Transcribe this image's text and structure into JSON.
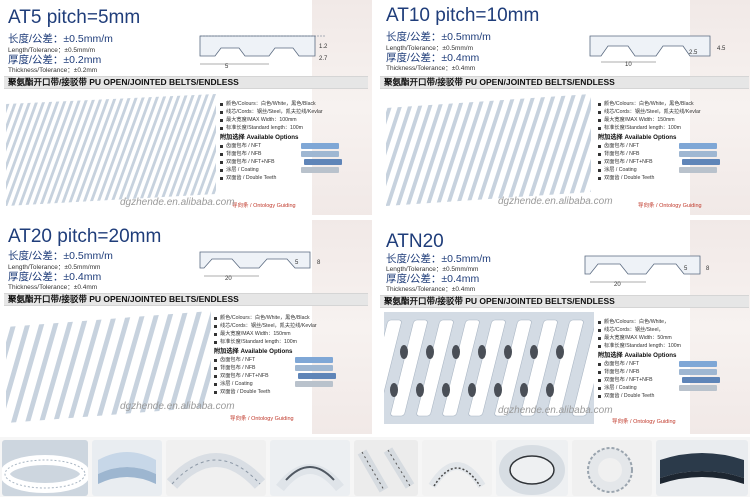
{
  "panels": [
    {
      "title": "AT5 pitch=5mm",
      "length_cn": "长度/公差：±0.5mm/m",
      "length_en": "Length/Tolerance：±0.5mm/m",
      "thickness_cn": "厚度/公差：±0.2mm",
      "thickness_en": "Thickness/Tolerance：±0.2mm",
      "band": "聚氨酯开口带/接驳带 PU OPEN/JOINTED BELTS/ENDLESS",
      "dims": [
        "1.2",
        "2.7",
        "5"
      ],
      "features": [
        "颜色/Colours：白色/White，黑色/Black",
        "线芯/Cords：钢丝/Steel，凯夫拉线/Kevlar",
        "最大宽度/MAX Width：100mm",
        "标准长度/Standard length：100m"
      ],
      "options_title": "附加选择 Available Options",
      "options": [
        "齿面包布 / NFT",
        "背面包布 / NFB",
        "双面包布 / NFT+NFB",
        "涂层 / Coating",
        "双面齿 / Double Teeth"
      ],
      "guide": "导向条 / Ontology Guiding",
      "watermark": "dgzhende.en.alibaba.com"
    },
    {
      "title": "AT10 pitch=10mm",
      "length_cn": "长度/公差：±0.5mm/m",
      "length_en": "Length/Tolerance：±0.5mm/m",
      "thickness_cn": "厚度/公差：±0.4mm",
      "thickness_en": "Thickness/Tolerance：±0.4mm",
      "band": "聚氨酯开口带/接驳带 PU OPEN/JOINTED BELTS/ENDLESS",
      "dims": [
        "2.5",
        "4.5",
        "10"
      ],
      "features": [
        "颜色/Colours：白色/White，黑色/Black",
        "线芯/Cords：钢丝/Steel，凯夫拉线/Kevlar",
        "最大宽度/MAX Width：150mm",
        "标准长度/Standard length：100m"
      ],
      "options_title": "附加选择 Available Options",
      "options": [
        "齿面包布 / NFT",
        "背面包布 / NFB",
        "双面包布 / NFT+NFB",
        "涂层 / Coating",
        "双面齿 / Double Teeth"
      ],
      "guide": "导向条 / Ontology Guiding",
      "watermark": "dgzhende.en.alibaba.com"
    },
    {
      "title": "AT20 pitch=20mm",
      "length_cn": "长度/公差：±0.5mm/m",
      "length_en": "Length/Tolerance：±0.5mm/mm",
      "thickness_cn": "厚度/公差：±0.4mm",
      "thickness_en": "Thickness/Tolerance：±0.4mm",
      "band": "聚氨酯开口带/接驳带 PU OPEN/JOINTED BELTS/ENDLESS",
      "dims": [
        "5",
        "8",
        "20"
      ],
      "features": [
        "颜色/Colours：白色/White，黑色/Black",
        "线芯/Cords：钢丝/Steel，凯夫拉线/Kevlar",
        "最大宽度/MAX Width：150mm",
        "标准长度/Standard length：100m"
      ],
      "options_title": "附加选择 Available Options",
      "options": [
        "齿面包布 / NFT",
        "背面包布 / NFB",
        "双面包布 / NFT+NFB",
        "涂层 / Coating",
        "双面齿 / Double Teeth"
      ],
      "guide": "导向条 / Ontology Guiding",
      "watermark": "dgzhende.en.alibaba.com"
    },
    {
      "title": "ATN20",
      "length_cn": "长度/公差：±0.5mm/m",
      "length_en": "Length/Tolerance：±0.5mm/mm",
      "thickness_cn": "厚度/公差：±0.4mm",
      "thickness_en": "Thickness/Tolerance：±0.4mm",
      "band": "聚氨酯开口带/接驳带 PU OPEN/JOINTED BELTS/ENDLESS",
      "dims": [
        "5",
        "8",
        "20"
      ],
      "features": [
        "颜色/Colours：白色/White，",
        "线芯/Cords：钢丝/Steel，",
        "最大宽度/MAX Width：50mm",
        "标准长度/Standard length：100m"
      ],
      "options_title": "附加选择 Available Options",
      "options": [
        "齿面包布 / NFT",
        "背面包布 / NFB",
        "双面包布 / NFT+NFB",
        "涂层 / Coating",
        "双面齿 / Double Teeth"
      ],
      "guide": "导向条 / Ontology Guiding",
      "watermark": "dgzhende.en.alibaba.com"
    }
  ],
  "colors": {
    "title": "#1f3d7a",
    "belt": "#e9eef4",
    "tooth": "#ffffff",
    "band": "#e6e6e6"
  }
}
